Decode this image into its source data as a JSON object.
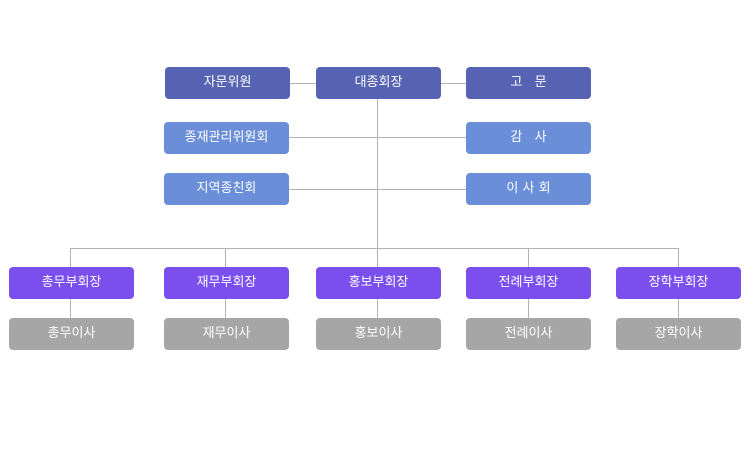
{
  "org": {
    "top": {
      "left": "자문위원",
      "center": "대종회장",
      "right": "고   문"
    },
    "committees": {
      "left_1": "종재관리위원회",
      "left_2": "지역종친회",
      "right_1": "감   사",
      "right_2": "이 사 회"
    },
    "vice_presidents": [
      "총무부회장",
      "재무부회장",
      "홍보부회장",
      "전례부회장",
      "장학부회장"
    ],
    "directors": [
      "총무이사",
      "재무이사",
      "홍보이사",
      "전례이사",
      "장학이사"
    ]
  },
  "colors": {
    "top": "#5663b3",
    "committee": "#6a8fd8",
    "vice_president": "#7b4fee",
    "director": "#a6a6a6",
    "connector": "#b3b3b3"
  }
}
